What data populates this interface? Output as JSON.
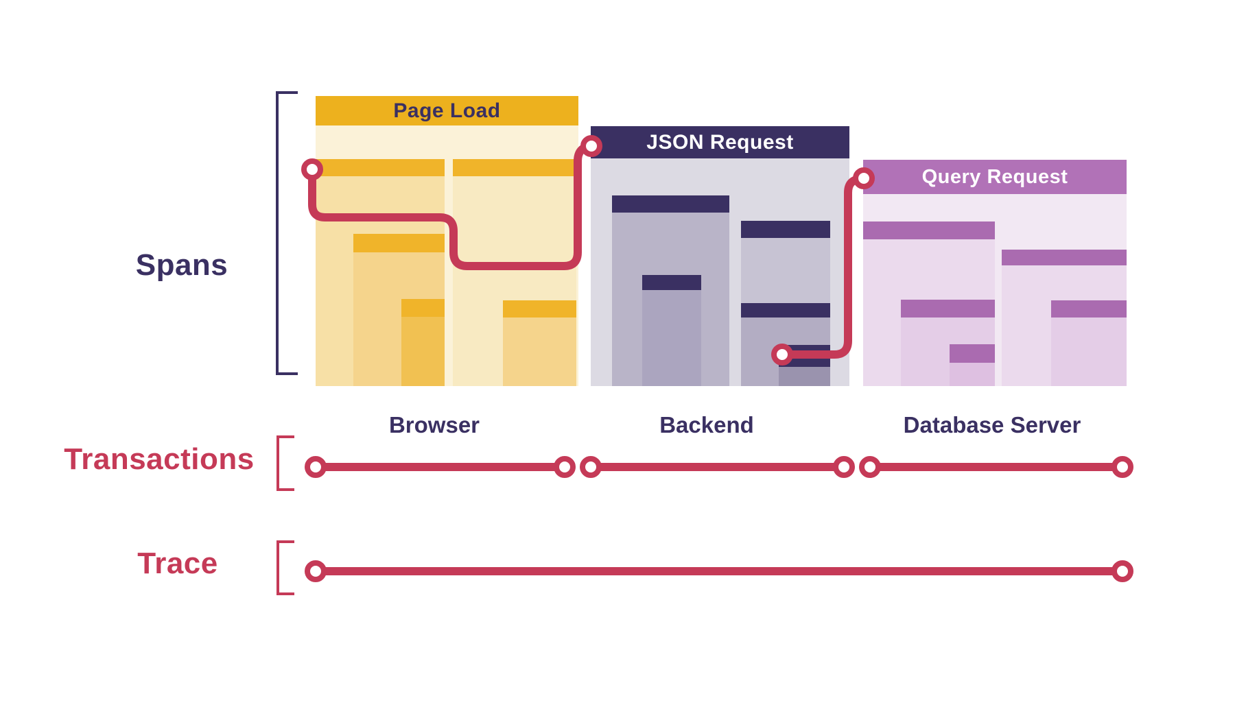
{
  "labels": {
    "spans": "Spans",
    "transactions": "Transactions",
    "trace": "Trace"
  },
  "panels": [
    {
      "header": "Page Load",
      "caption": "Browser"
    },
    {
      "header": "JSON Request",
      "caption": "Backend"
    },
    {
      "header": "Query Request",
      "caption": "Database Server"
    }
  ],
  "colors": {
    "navy": "#3a3062",
    "red": "#c53a57",
    "white": "#ffffff",
    "gold_header": "#edb11e",
    "gold_bar": "#f0b42a",
    "cream": "#fbf2d8",
    "amber_l2": "#f7e0a6",
    "cream_r2": "#f8eac2",
    "amber_l3": "#f5d48c",
    "amber_l4": "#f1c152",
    "gray_body": "#dcdae3",
    "gray_l2": "#b9b4c8",
    "gray_l2_child": "#aba5bf",
    "gray_r1": "#c7c3d3",
    "gray_r2": "#b3adc3",
    "gray_r3": "#9a93ae",
    "purple_header": "#b172b7",
    "purple_bar": "#aa6bb0",
    "pink_body": "#f2e8f3",
    "pink_l2": "#ebdaed",
    "pink_l3": "#e4cde7",
    "pink_l4": "#dec0e1"
  }
}
